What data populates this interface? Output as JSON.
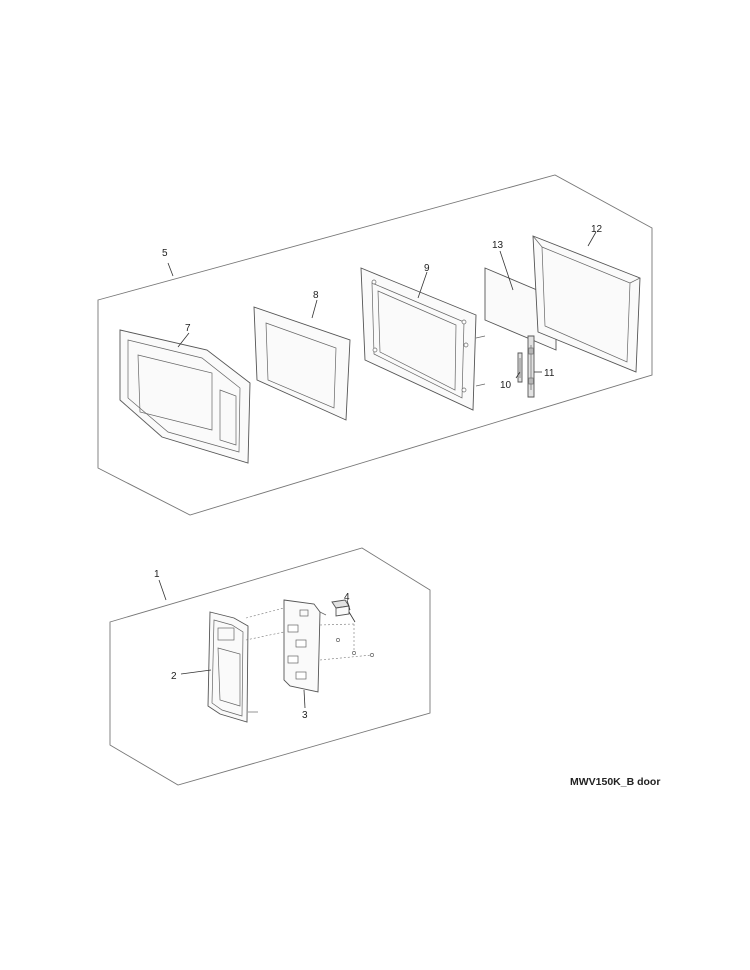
{
  "diagram": {
    "caption": "MWV150K_B door",
    "callouts": {
      "c1": "1",
      "c2": "2",
      "c3": "3",
      "c4": "4",
      "c5": "5",
      "c7": "7",
      "c8": "8",
      "c9": "9",
      "c10": "10",
      "c11": "11",
      "c12": "12",
      "c13": "13"
    }
  }
}
